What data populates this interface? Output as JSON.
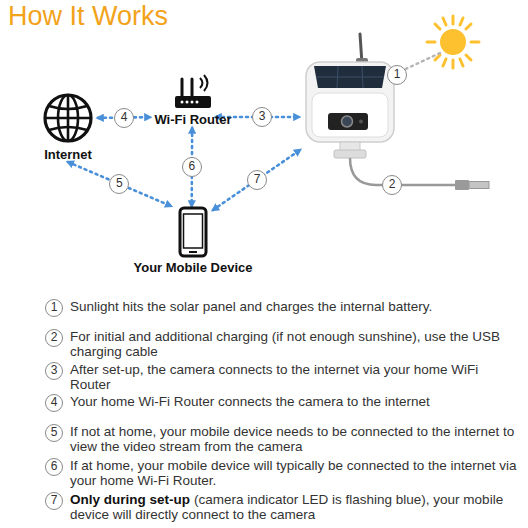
{
  "diagram": {
    "title": "How It Works",
    "nodes": [
      {
        "text": [
          "Internet"
        ]
      },
      {
        "text": [
          "Wi-Fi Router"
        ]
      },
      {
        "text": [
          "Your Mobile Device"
        ]
      }
    ],
    "edges": [
      {
        "from": 0,
        "to": 1,
        "arrow": "both",
        "label": "4"
      },
      {
        "from": 0,
        "to": 2,
        "arrow": "both",
        "label": "5"
      },
      {
        "from": 1,
        "to": 2,
        "arrow": "both",
        "label": "6"
      }
    ],
    "labels": [
      "1",
      "3",
      "7",
      "2",
      "1",
      "Sunlight hits the solar panel and charges the internal battery.",
      "2",
      "For initial and additional charging (if not enough sunshine), use the USB charging cable",
      "3",
      "After set-up, the camera connects to the internet via your home WiFi Router",
      "4",
      "Your home Wi-Fi Router connects the camera to the internet",
      "5",
      "If not at home, your mobile device needs to be connected to the internet to view the video stream from the camera",
      "6",
      "If at home, your mobile device will typically be connected to the internet via your home Wi-Fi Router.",
      "7",
      "Only during set-up",
      "(camera indicator LED is flashing blue), your mobile device will directly connect to the camera"
    ]
  }
}
